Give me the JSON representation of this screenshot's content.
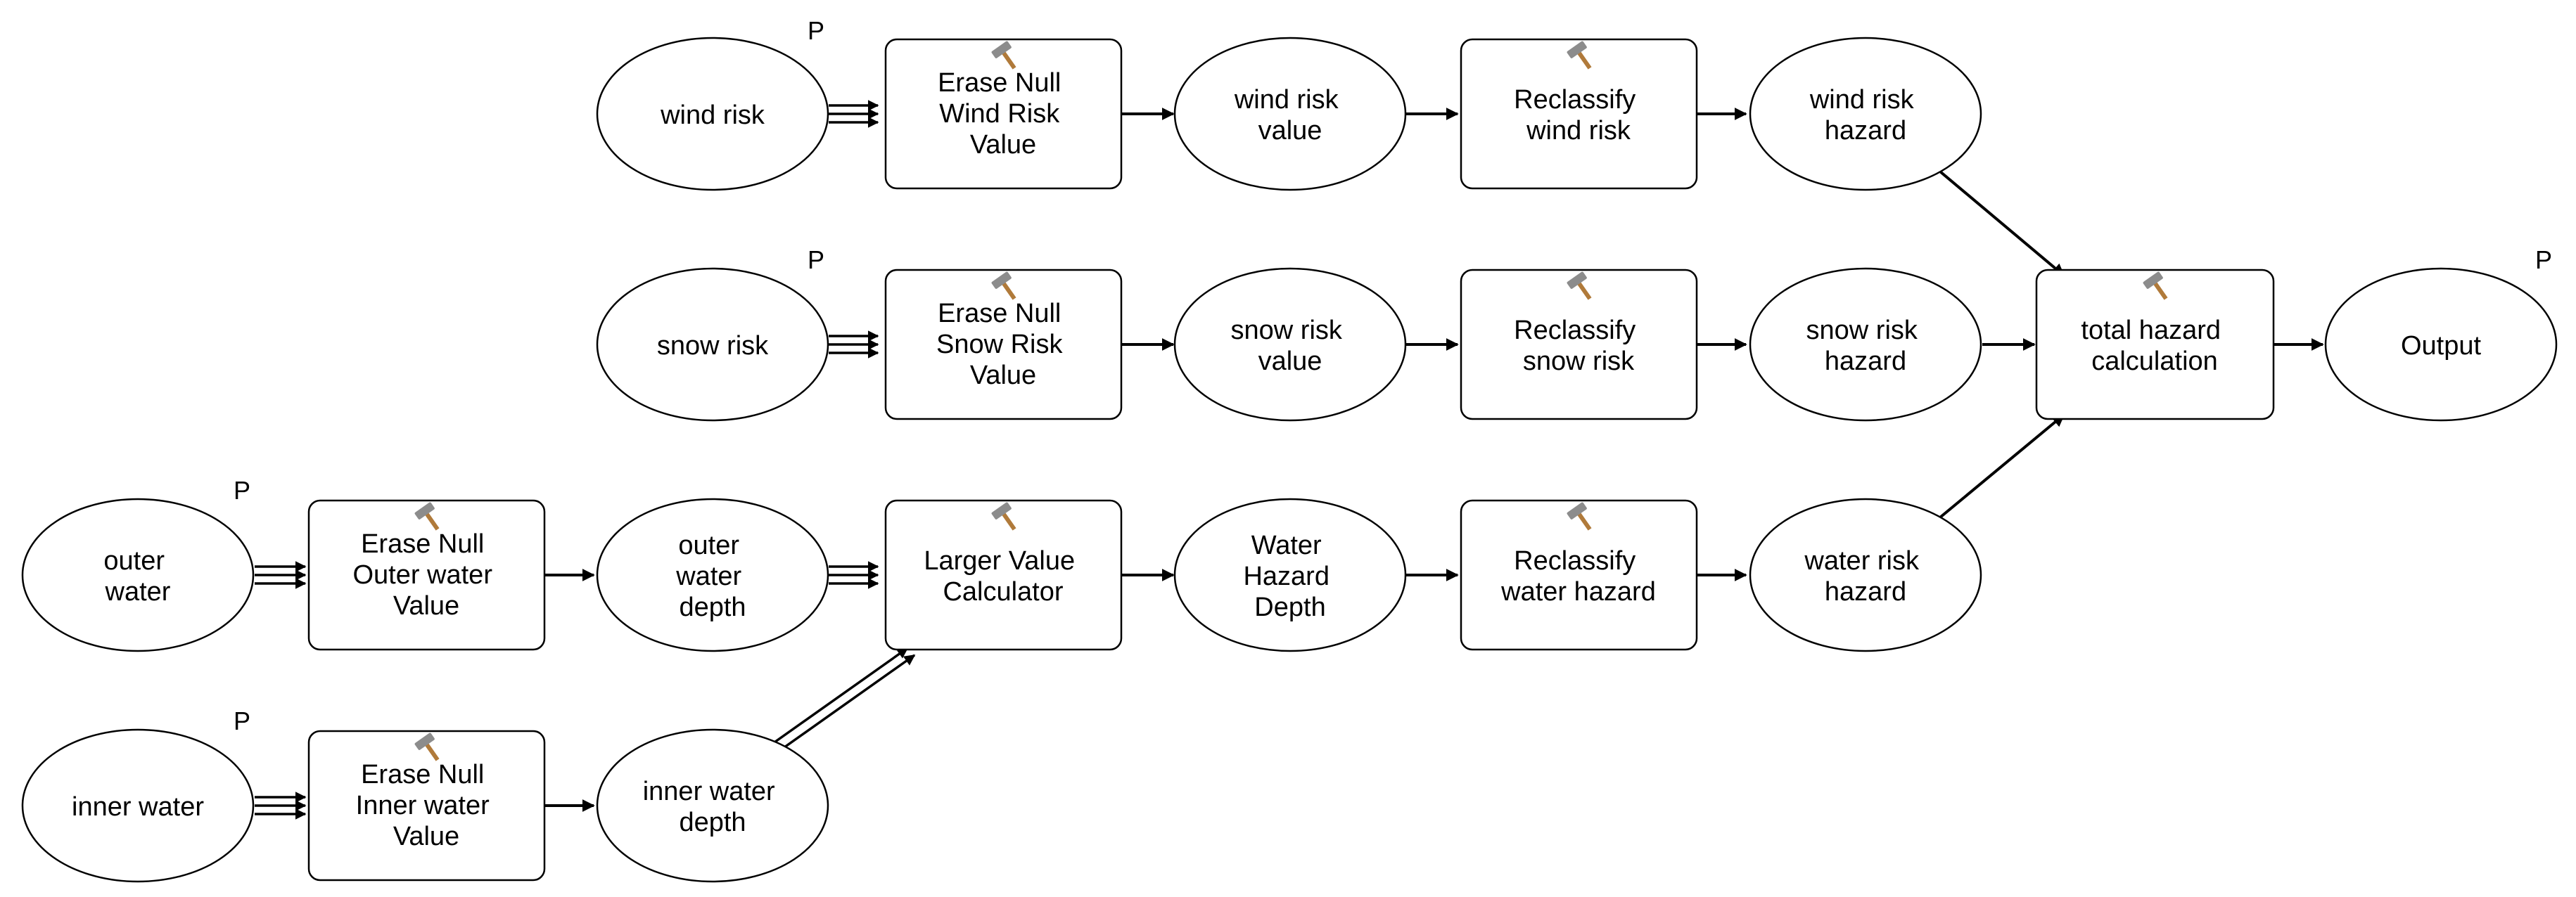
{
  "colors": {
    "line": "#000000",
    "fill": "#ffffff",
    "hammer_head": "#8c8c8c",
    "hammer_handle": "#b07a3a"
  },
  "parameter_marker": "P",
  "nodes": {
    "wind_risk": [
      "wind risk"
    ],
    "erase_null_wind": [
      "Erase Null",
      "Wind Risk",
      "Value"
    ],
    "wind_risk_value": [
      "wind risk",
      "value"
    ],
    "reclassify_wind": [
      "Reclassify",
      "wind risk"
    ],
    "wind_risk_hazard": [
      "wind risk",
      "hazard"
    ],
    "snow_risk": [
      "snow risk"
    ],
    "erase_null_snow": [
      "Erase Null",
      "Snow Risk",
      "Value"
    ],
    "snow_risk_value": [
      "snow risk",
      "value"
    ],
    "reclassify_snow": [
      "Reclassify",
      "snow risk"
    ],
    "snow_risk_hazard": [
      "snow risk",
      "hazard"
    ],
    "total_hazard": [
      "total hazard",
      "calculation"
    ],
    "output": [
      "Output"
    ],
    "outer_water": [
      "outer",
      "water"
    ],
    "erase_null_outer": [
      "Erase Null",
      "Outer water",
      "Value"
    ],
    "outer_water_depth": [
      "outer",
      "water",
      "depth"
    ],
    "larger_value": [
      "Larger Value",
      "Calculator"
    ],
    "water_hazard_depth": [
      "Water",
      "Hazard",
      "Depth"
    ],
    "reclassify_water": [
      "Reclassify",
      "water hazard"
    ],
    "water_risk_hazard": [
      "water risk",
      "hazard"
    ],
    "inner_water": [
      "inner water"
    ],
    "erase_null_inner": [
      "Erase Null",
      "Inner water",
      "Value"
    ],
    "inner_water_depth": [
      "inner water",
      "depth"
    ]
  }
}
